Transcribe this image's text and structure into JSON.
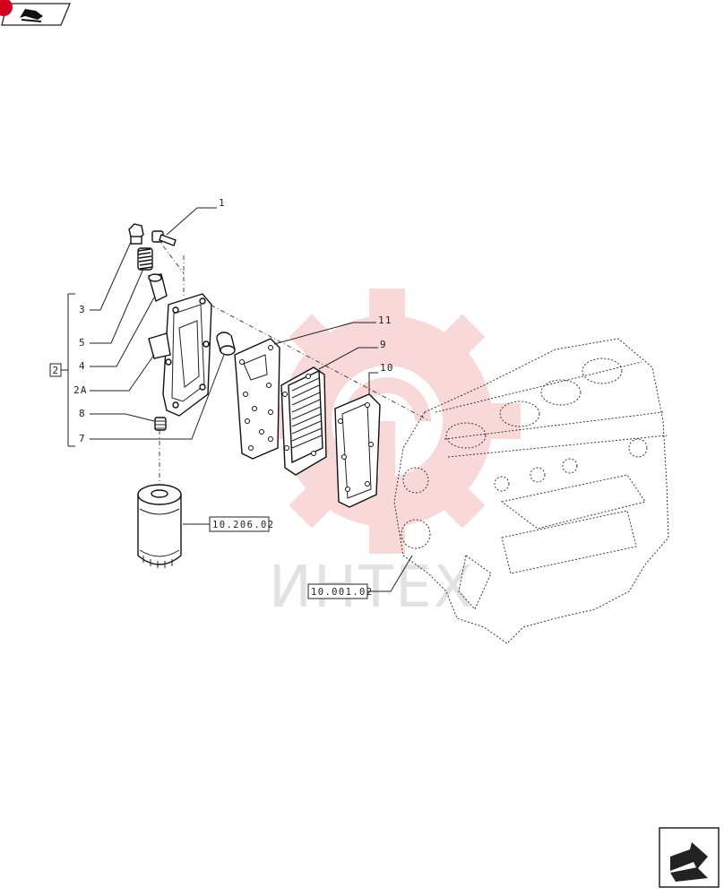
{
  "nav": {
    "top_icon": "book-open-icon",
    "bottom_icon": "next-page-arrow-icon"
  },
  "labels": {
    "group": "2",
    "l1": "1",
    "l3": "3",
    "l5": "5",
    "l4": "4",
    "l2a": "2A",
    "l8": "8",
    "l7": "7",
    "l11": "11",
    "l9": "9",
    "l10": "10"
  },
  "refs": {
    "filter": "10.206.02",
    "engine": "10.001.02"
  },
  "watermark": {
    "text": "ИНТЕХ",
    "color": "#f2b4b4"
  },
  "colors": {
    "accent": "#d0021b"
  }
}
